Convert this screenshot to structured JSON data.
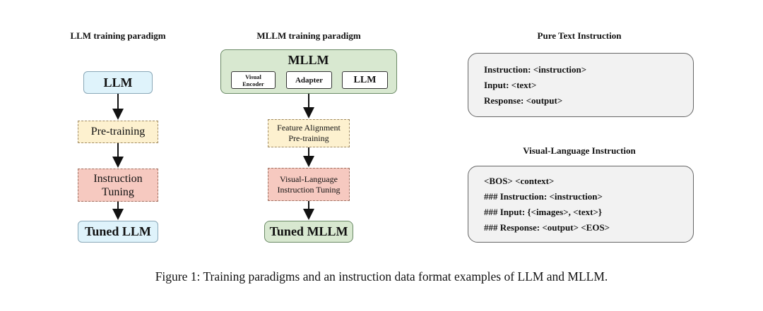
{
  "llm_column": {
    "title": "LLM training paradigm",
    "llm_box": "LLM",
    "pretraining_box": "Pre-training",
    "instruction_tuning_box": [
      "Instruction",
      "Tuning"
    ],
    "tuned_box": "Tuned LLM"
  },
  "mllm_column": {
    "title": "MLLM training paradigm",
    "mllm_label": "MLLM",
    "visual_encoder": [
      "Visual",
      "Encoder"
    ],
    "adapter": "Adapter",
    "llm": "LLM",
    "feature_alignment_box": [
      "Feature Alignment",
      "Pre-training"
    ],
    "vl_instruction_tuning_box": [
      "Visual-Language",
      "Instruction Tuning"
    ],
    "tuned_box": "Tuned MLLM"
  },
  "pure_text": {
    "title": "Pure Text Instruction",
    "lines": [
      "Instruction: <instruction>",
      "Input: <text>",
      "Response: <output>"
    ]
  },
  "visual_language": {
    "title": "Visual-Language Instruction",
    "lines": [
      "<BOS> <context>",
      "### Instruction: <instruction>",
      "### Input: {<images>, <text>}",
      "### Response: <output> <EOS>"
    ]
  },
  "caption": "Figure 1: Training paradigms and an instruction data format examples of LLM and MLLM.",
  "colors": {
    "llm_box_fill": "#dff3fb",
    "pretraining_fill": "#fdf1cf",
    "instruction_tuning_fill": "#f6c9c0",
    "mllm_fill": "#d8e8d0",
    "panel_fill": "#f2f2f2"
  }
}
